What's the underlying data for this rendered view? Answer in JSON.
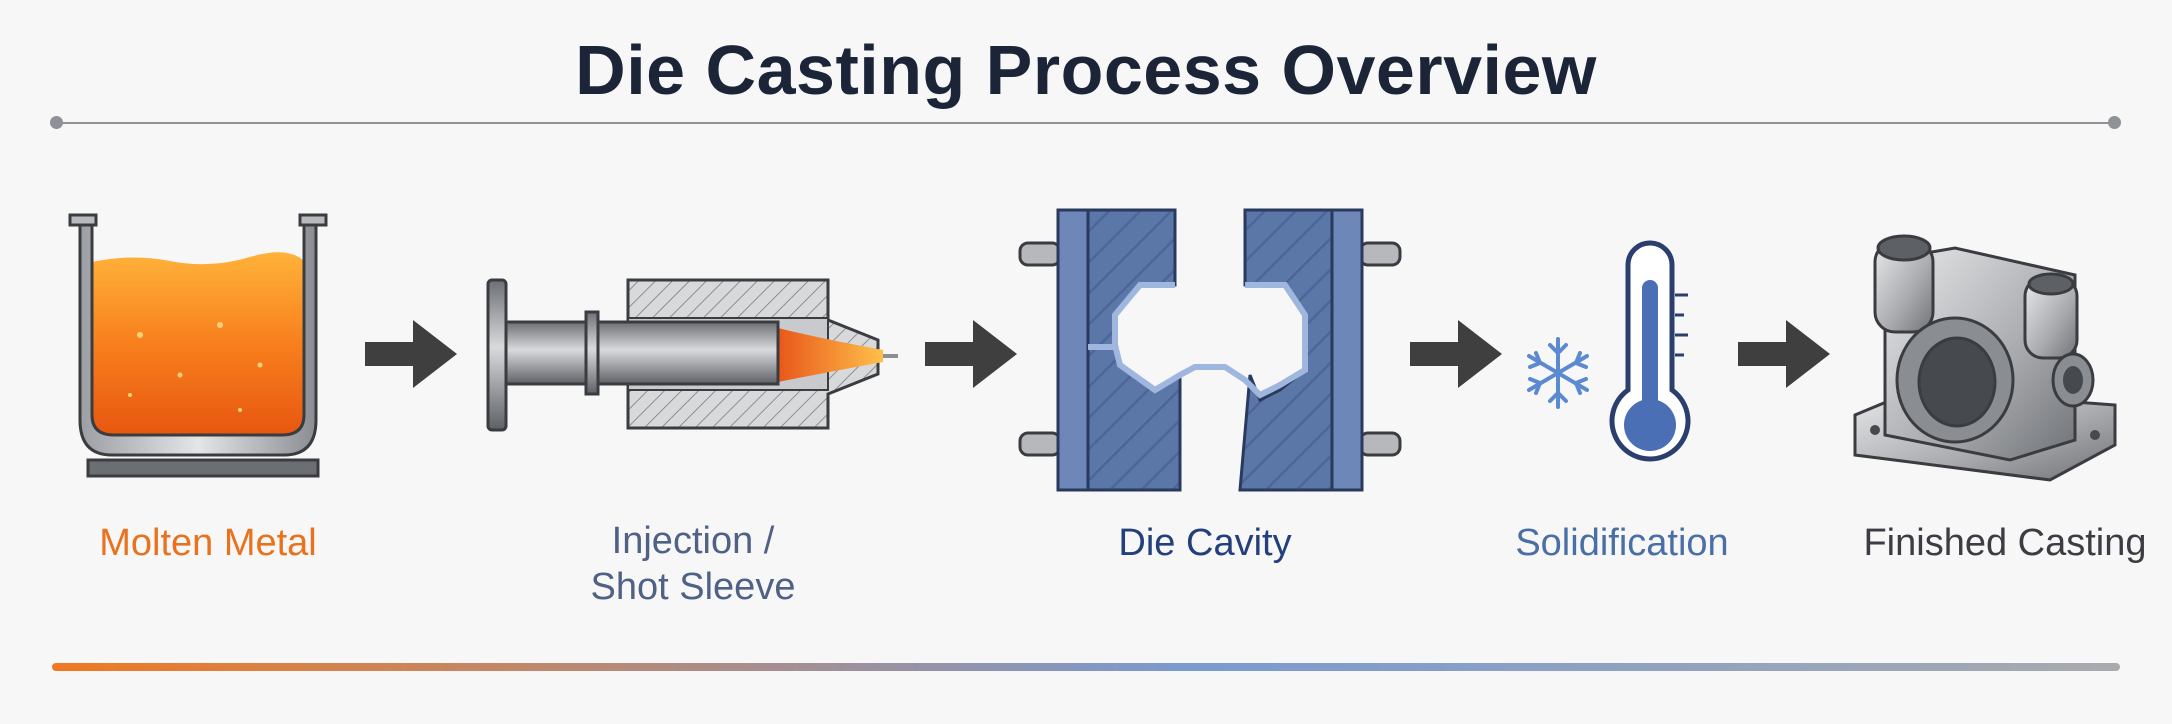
{
  "title": "Die Casting Process Overview",
  "colors": {
    "molten": "#e8721e",
    "injection": "#4f6184",
    "die": "#23407d",
    "solid": "#4a6fa5",
    "finished": "#3b3d42",
    "arrow": "#3f3f3f",
    "gradient_start": "#f07a22",
    "gradient_mid": "#7a9ad0",
    "gradient_end": "#a8aaae"
  },
  "stages": [
    {
      "id": "molten-metal",
      "label": "Molten Metal",
      "icon": "ladle-icon"
    },
    {
      "id": "injection",
      "label": "Injection /\nShot Sleeve",
      "icon": "shot-sleeve-icon"
    },
    {
      "id": "die-cavity",
      "label": "Die Cavity",
      "icon": "die-halves-icon"
    },
    {
      "id": "solidification",
      "label": "Solidification",
      "icon": "thermometer-snowflake-icon"
    },
    {
      "id": "finished-casting",
      "label": "Finished Casting",
      "icon": "casting-part-icon"
    }
  ]
}
